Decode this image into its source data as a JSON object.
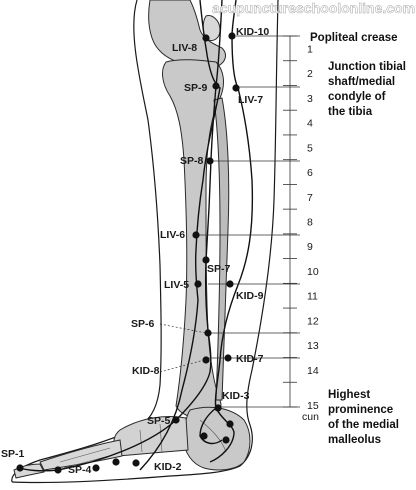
{
  "watermark": "acupunctureschoolonline.com",
  "landmarks": {
    "popliteal": "Popliteal crease",
    "junction": [
      "Junction tibial",
      "shaft/medial",
      "condyle of",
      "the tibia"
    ],
    "malleolus": [
      "Highest",
      "prominence",
      "of the medial",
      "malleolus"
    ]
  },
  "scale": {
    "marks": [
      "1",
      "2",
      "3",
      "4",
      "5",
      "6",
      "7",
      "8",
      "9",
      "10",
      "11",
      "12",
      "13",
      "14",
      "15"
    ],
    "unit": "cun"
  },
  "points": {
    "kid10": "KID-10",
    "liv8": "LIV-8",
    "sp9": "SP-9",
    "liv7": "LIV-7",
    "sp8": "SP-8",
    "liv6": "LIV-6",
    "sp7": "SP-7",
    "liv5": "LIV-5",
    "kid9": "KID-9",
    "sp6": "SP-6",
    "kid7": "KID-7",
    "kid8": "KID-8",
    "kid3": "KID-3",
    "sp5": "SP-5",
    "sp1": "SP-1",
    "sp4": "SP-4",
    "kid2": "KID-2"
  }
}
